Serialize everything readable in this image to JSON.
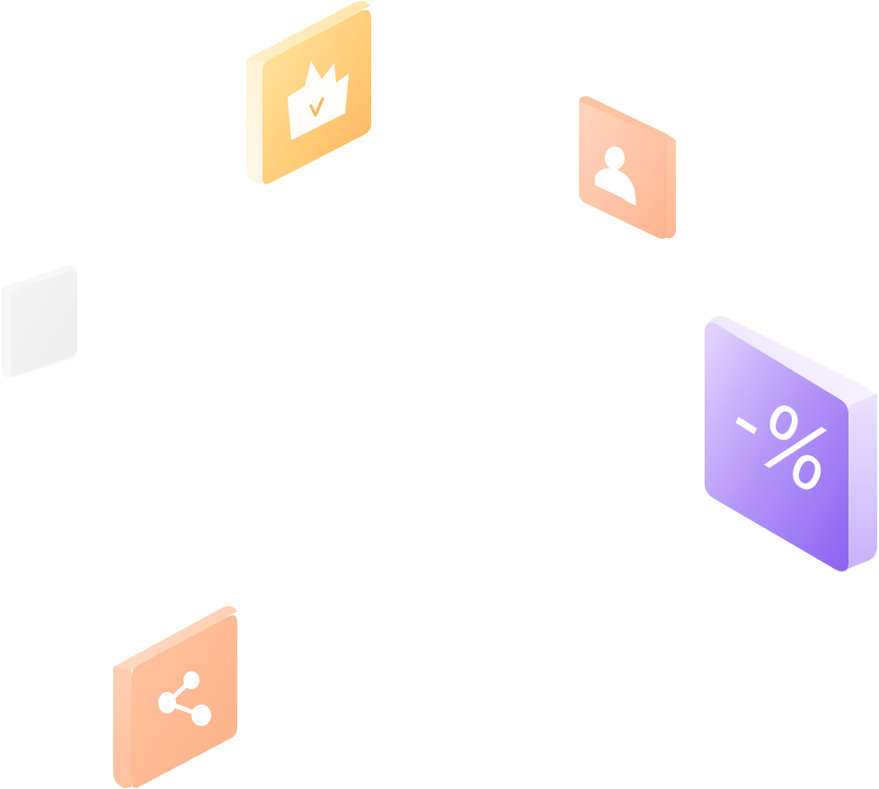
{
  "scene": {
    "title": "",
    "tiles": [
      {
        "id": "crown",
        "icon": "crown-check-icon",
        "color": "#fcc36a"
      },
      {
        "id": "user",
        "icon": "user-icon",
        "color": "#fdb992"
      },
      {
        "id": "blank",
        "icon": "",
        "color": "#f0f0f0"
      },
      {
        "id": "discount",
        "icon": "percent-icon",
        "color": "#9c72f2",
        "label": "-%"
      },
      {
        "id": "share",
        "icon": "share-icon",
        "color": "#fdb48a"
      }
    ]
  }
}
